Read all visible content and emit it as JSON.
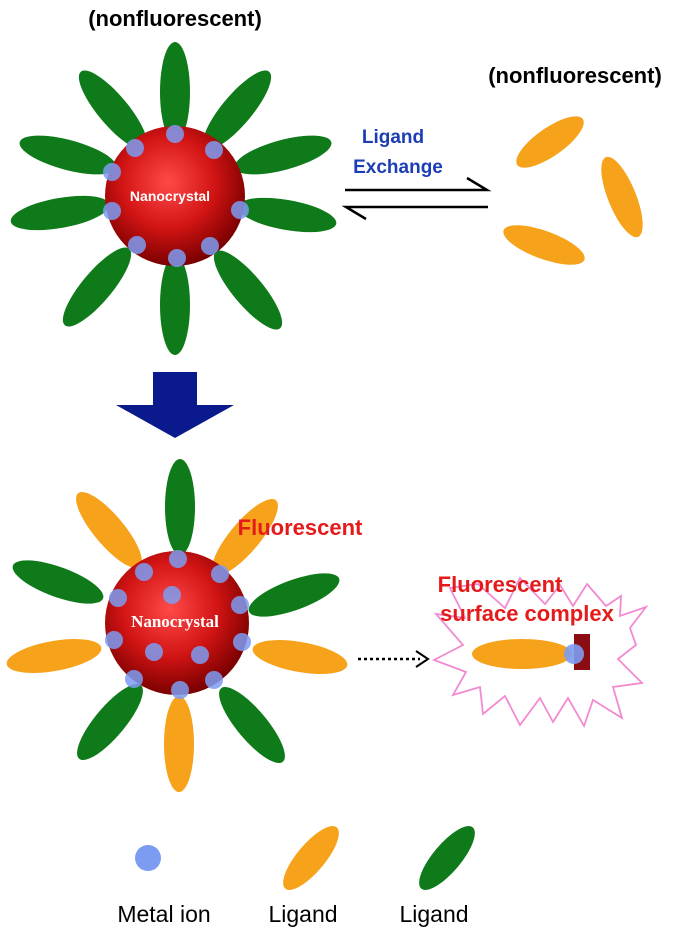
{
  "labels": {
    "top_left_state": "(nonfluorescent)",
    "top_right_state": "(nonfluorescent)",
    "exchange_line1": "Ligand",
    "exchange_line2": "Exchange",
    "core_top": "Nanocrystal",
    "core_bottom": "Nanocrystal",
    "fluorescent": "Fluorescent",
    "complex_line1": "Fluorescent",
    "complex_line2": "surface complex"
  },
  "legend": [
    {
      "label": "Metal ion"
    },
    {
      "label": "Ligand"
    },
    {
      "label": "Ligand"
    }
  ],
  "colors": {
    "green_ligand": "#0f7a1a",
    "orange_ligand": "#f7a21b",
    "metal_ion": "#7c9cf2",
    "core_light": "#ff3a3a",
    "core_dark": "#7a0000",
    "arrow_blue": "#0a1a8c",
    "exchange_text": "#1c3db4",
    "fluorescent_red": "#e51b1b",
    "burst_pink": "#f28ad1",
    "complex_block": "#8a0d14"
  }
}
